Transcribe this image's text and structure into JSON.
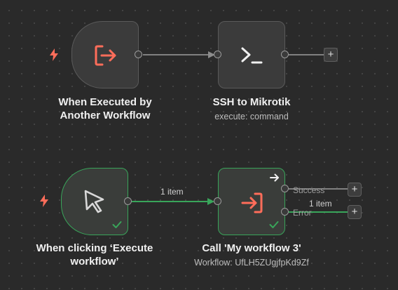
{
  "colors": {
    "canvas": "#2a2a2a",
    "node": "#3b3b3b",
    "success": "#39a55a",
    "trigger_icon": "#ff6d5a",
    "connection": "#8c8c8c"
  },
  "nodes": {
    "executed_trigger": {
      "title_line1": "When Executed by",
      "title_line2": "Another Workflow",
      "icon": "sign-in-icon"
    },
    "ssh": {
      "title": "SSH to Mikrotik",
      "subtitle": "execute: command",
      "icon": "terminal-icon"
    },
    "manual_trigger": {
      "title_line1": "When clicking ‘Execute",
      "title_line2": "workflow’",
      "icon": "cursor-icon"
    },
    "call_workflow": {
      "title": "Call 'My workflow 3'",
      "subtitle": "Workflow: UfLH5ZUgjfpKd9Zf",
      "icon": "sign-in-icon",
      "outputs": [
        "Success",
        "Error"
      ]
    }
  },
  "edges": {
    "manual_to_call_label": "1 item",
    "error_output_label": "1 item"
  },
  "add_button_label": "+"
}
